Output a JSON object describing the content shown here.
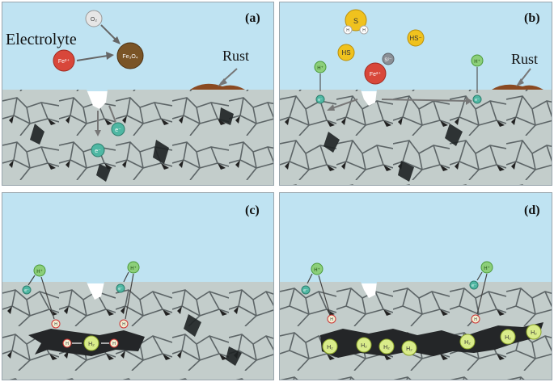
{
  "panels": {
    "a": {
      "label": "(a)",
      "electrolyte": "Electrolyte",
      "rust": "Rust",
      "o2": "O₂",
      "fe2": "Fe²⁺",
      "fe3o4": "Fe₃O₄",
      "electron": "e⁻"
    },
    "b": {
      "label": "(b)",
      "rust": "Rust",
      "s": "S",
      "h": "H",
      "hs": "HS",
      "hs_minus": "HS⁻",
      "s2": "S²⁻",
      "fe2": "Fe²⁺",
      "hplus": "H⁺",
      "electron": "e⁻"
    },
    "c": {
      "label": "(c)",
      "hplus": "H⁺",
      "electron": "e⁻",
      "h": "H",
      "h2": "H₂"
    },
    "d": {
      "label": "(d)",
      "hplus": "H⁺",
      "electron": "e⁻",
      "h": "H",
      "h2": "H₂"
    }
  },
  "colors": {
    "electrolyte": "#bfe3f2",
    "steel": "#c3cdcb",
    "grain_boundary": "#2a2e31",
    "rust": "#8a4a22",
    "fe2_ion": "#d8473a",
    "fe3o4": "#7a5426",
    "o2": "#e6e6e6",
    "sulfur": "#f0c21e",
    "hplus": "#8ccf7a",
    "electron": "#4fb7a3",
    "hydrogen": "#f3efd2",
    "h2": "#d9ec8a",
    "crack": "#242628"
  }
}
